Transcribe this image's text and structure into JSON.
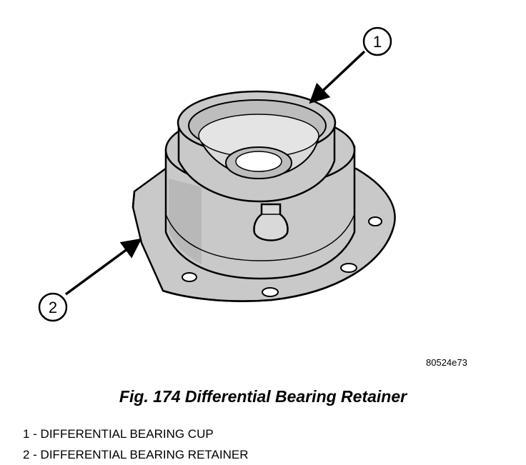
{
  "figure": {
    "image_code": "80524e73",
    "caption": "Fig. 174 Differential Bearing Retainer",
    "callouts": [
      {
        "number": "1",
        "label": "DIFFERENTIAL BEARING CUP"
      },
      {
        "number": "2",
        "label": "DIFFERENTIAL BEARING RETAINER"
      }
    ],
    "legend": [
      "1 - DIFFERENTIAL BEARING CUP",
      "2 - DIFFERENTIAL BEARING RETAINER"
    ]
  },
  "colors": {
    "part_fill": "#c9c9c9",
    "part_shadow": "#a9a9a9",
    "line": "#000000",
    "background": "#ffffff"
  }
}
